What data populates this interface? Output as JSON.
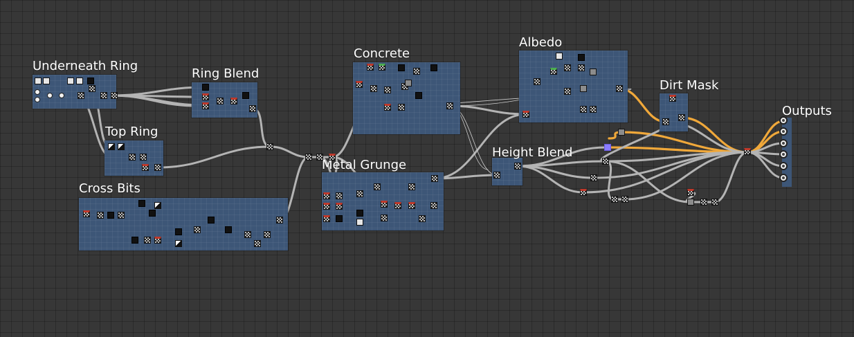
{
  "graph": {
    "frames": [
      {
        "id": "underneath-ring",
        "title": "Underneath Ring"
      },
      {
        "id": "ring-blend",
        "title": "Ring Blend"
      },
      {
        "id": "top-ring",
        "title": "Top Ring"
      },
      {
        "id": "cross-bits",
        "title": "Cross Bits"
      },
      {
        "id": "concrete",
        "title": "Concrete"
      },
      {
        "id": "metal-grunge",
        "title": "Metal Grunge"
      },
      {
        "id": "albedo",
        "title": "Albedo"
      },
      {
        "id": "height-blend",
        "title": "Height Blend"
      },
      {
        "id": "dirt-mask",
        "title": "Dirt Mask"
      },
      {
        "id": "outputs",
        "title": "Outputs"
      }
    ],
    "colors": {
      "canvas": "#373737",
      "frame": "#3d5677",
      "wire": "#b4b4b4",
      "highlight_wire": "#f0a83a",
      "thin_wire": "#d0d0d0"
    }
  }
}
